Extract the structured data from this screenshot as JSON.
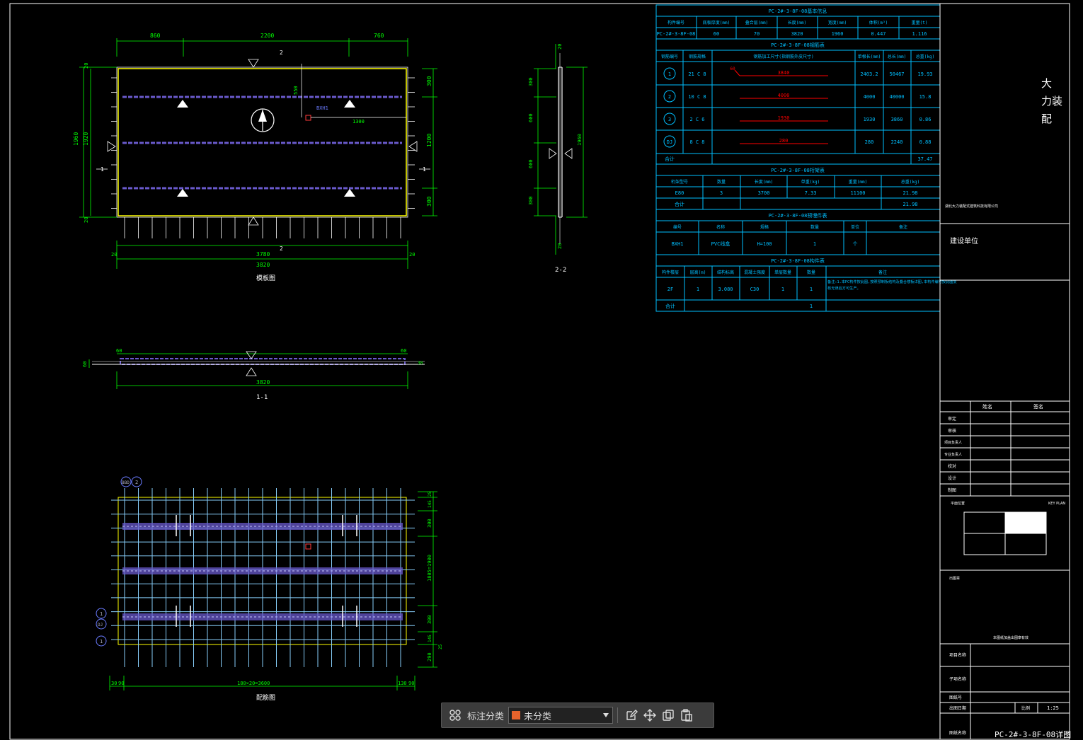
{
  "titles": {
    "plan": "模板图",
    "section11": "1-1",
    "section22": "2-2",
    "rebar_plan": "配筋图"
  },
  "plan_dims": {
    "top": [
      "860",
      "2200",
      "760"
    ],
    "bottom_inner": "3780",
    "bottom_total": "3820",
    "left_outer": "1960",
    "left_inner": "1920",
    "right": [
      "300",
      "1200",
      "300"
    ],
    "edge20a": "20",
    "edge20b": "20",
    "top20": "20",
    "bot20": "20",
    "hole_dim_v": "550",
    "hole_dim_h": "1300",
    "hole_label": "BXH1",
    "sec_mark1": "1",
    "sec_mark2": "2"
  },
  "sec11_dims": {
    "left": "60",
    "right": "60",
    "total": "3820",
    "side": "60",
    "side2": "30"
  },
  "sec22_dims": {
    "left": [
      "300",
      "600",
      "600",
      "300"
    ],
    "right": "1960",
    "top": "20",
    "bot": "20"
  },
  "rebar_dims": {
    "right": [
      "25",
      "145",
      "300",
      "1805=1900",
      "300",
      "145",
      "25",
      "290"
    ],
    "bottom_left": [
      "30",
      "90"
    ],
    "bottom_mid": "180×20=3600",
    "bottom_right": [
      "130",
      "90"
    ],
    "tags": [
      "BBD",
      "2",
      "1",
      "DJ",
      "1"
    ]
  },
  "table_basic": {
    "title": "PC-2#-3-8F-08基本信息",
    "headers": [
      "构件编号",
      "底板厚度(mm)",
      "叠合层(mm)",
      "长度(mm)",
      "宽度(mm)",
      "体积(m³)",
      "重量(t)"
    ],
    "row": [
      "PC-2#-3-8F-08",
      "60",
      "70",
      "3820",
      "1960",
      "0.447",
      "1.116"
    ]
  },
  "table_rebar": {
    "title": "PC-2#-3-8F-08钢筋表",
    "headers": [
      "钢筋编号",
      "钢筋规格",
      "钢筋加工尺寸(指钢筋外皮尺寸)",
      "单根长(mm)",
      "总长(mm)",
      "总重(kg)"
    ],
    "rows": [
      {
        "no": "1",
        "spec": "21 C 8",
        "shape": "3840",
        "hook": "60",
        "len": "2403.2",
        "total": "50467",
        "weight": "19.93"
      },
      {
        "no": "2",
        "spec": "10 C 8",
        "shape": "4000",
        "hook": "",
        "len": "4000",
        "total": "40000",
        "weight": "15.8"
      },
      {
        "no": "3",
        "spec": "2 C 6",
        "shape": "1930",
        "hook": "",
        "len": "1930",
        "total": "3860",
        "weight": "0.86"
      },
      {
        "no": "DJ",
        "spec": "8 C 8",
        "shape": "280",
        "hook": "",
        "len": "280",
        "total": "2240",
        "weight": "0.88"
      }
    ],
    "total_label": "合计",
    "total_value": "37.47"
  },
  "table_truss": {
    "title": "PC-2#-3-8F-08桁架表",
    "headers": [
      "桁架型号",
      "数量",
      "长度(mm)",
      "单重(kg)",
      "重量(mm)",
      "总重(kg)"
    ],
    "row": [
      "E80",
      "3",
      "3700",
      "7.33",
      "11100",
      "21.98"
    ],
    "total_label": "合计",
    "total_value": "21.98"
  },
  "table_embed": {
    "title": "PC-2#-3-8F-08预埋件表",
    "headers": [
      "编号",
      "名称",
      "规格",
      "数量",
      "单位",
      "备注"
    ],
    "row": [
      "BXH1",
      "PVC线盒",
      "H=100",
      "1",
      "个",
      ""
    ]
  },
  "table_prod": {
    "title": "PC-2#-3-8F-08构件表",
    "headers": [
      "构件楼层",
      "层高(m)",
      "结构标高",
      "混凝土强度",
      "单层数量",
      "数量",
      "备注"
    ],
    "row": [
      "2F",
      "1",
      "3.080",
      "C30",
      "1",
      "1"
    ],
    "note": "备注:1.本PC构件按此图,按照预制板结构及叠合楼板详图,本构件编号按此图复核无误后方可生产。",
    "total_label": "合计",
    "total_value": "1"
  },
  "titleblock": {
    "company_chars": [
      "大",
      "力装",
      "配"
    ],
    "company_small": "湖北大力装配式建筑科技有限公司",
    "owner_label": "建设单位",
    "sign_headers": [
      "姓名",
      "签名"
    ],
    "roles": [
      "审定",
      "审核",
      "项目负责人",
      "专业负责人",
      "校对",
      "设计",
      "制图"
    ],
    "keyplan_left": "平面位置",
    "keyplan_right": "KEY PLAN",
    "seal_label": "出图章",
    "seal_sub": "本图纸加盖出图章有效",
    "project_label": "项目名称",
    "subitem_label": "子项名称",
    "drawing_no_label": "图纸号",
    "date_label": "出图日期",
    "scale_label": "比例",
    "scale_value": "1:25",
    "drawing_name_label": "图纸名称",
    "drawing_name": "PC-2#-3-8F-08详图"
  },
  "toolbar": {
    "label": "标注分类",
    "selected": "未分类",
    "swatch_color": "#e8632c"
  },
  "colors": {
    "background": "#000000",
    "dimension": "#00ff00",
    "table_line": "#00bfff",
    "table_text": "#00bfff",
    "slab_outline": "#ffff00",
    "rebar": "#6a5acd",
    "mesh": "#87cefa",
    "red_shape": "#ff0000",
    "white": "#ffffff"
  }
}
